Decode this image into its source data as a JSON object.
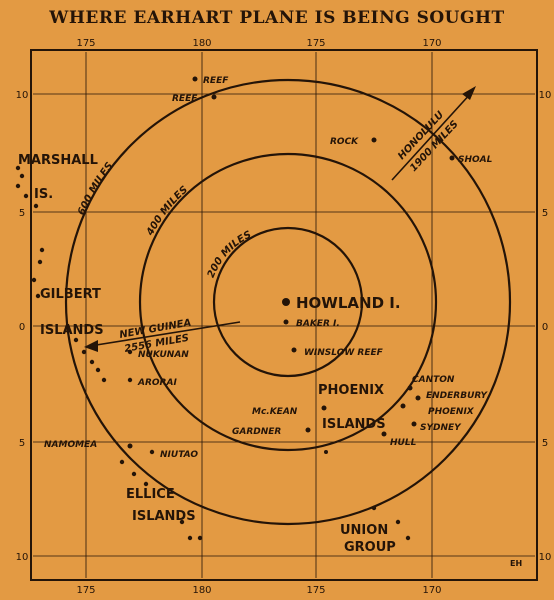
{
  "headline": "WHERE EARHART PLANE IS BEING SOUGHT",
  "top_ticks": [
    "175",
    "180",
    "175",
    "170"
  ],
  "bottom_ticks": [
    "175",
    "180",
    "175",
    "170"
  ],
  "left_ticks": [
    "10",
    "5",
    "0",
    "5",
    "10"
  ],
  "right_ticks": [
    "10",
    "5",
    "0",
    "5",
    "10"
  ],
  "circle_labels": {
    "c600": "600 MILES",
    "c400": "400 MILES",
    "c200": "200 MILES"
  },
  "routes": {
    "honolulu_1": "HONOLULU",
    "honolulu_2": "1900 MILES",
    "newguinea_1": "NEW GUINEA",
    "newguinea_2": "2556 MILES"
  },
  "places": {
    "howland": "HOWLAND I.",
    "baker": "BAKER I.",
    "winslow": "WINSLOW REEF",
    "reef1": "REEF",
    "reef2": "REEF",
    "rock": "ROCK",
    "shoal": "SHOAL",
    "marshall": "MARSHALL",
    "marshall_is": "IS.",
    "gilbert": "GILBERT",
    "gilbert_islands": "ISLANDS",
    "nukunan": "NUKUNAN",
    "arorai": "ARORAI",
    "phoenix": "PHOENIX",
    "phoenix_islands": "ISLANDS",
    "canton": "CANTON",
    "enderbury": "ENDERBURY",
    "phoenix_i": "PHOENIX",
    "sydney": "SYDNEY",
    "hull": "HULL",
    "mckean": "Mc.KEAN",
    "gardner": "GARDNER",
    "namomea": "NAMOMEA",
    "niutao": "NIUTAO",
    "ellice": "ELLICE",
    "ellice_islands": "ISLANDS",
    "union": "UNION",
    "union_group": "GROUP"
  },
  "credit": "EH",
  "colors": {
    "paper": "#e39a43",
    "ink": "#241408"
  }
}
